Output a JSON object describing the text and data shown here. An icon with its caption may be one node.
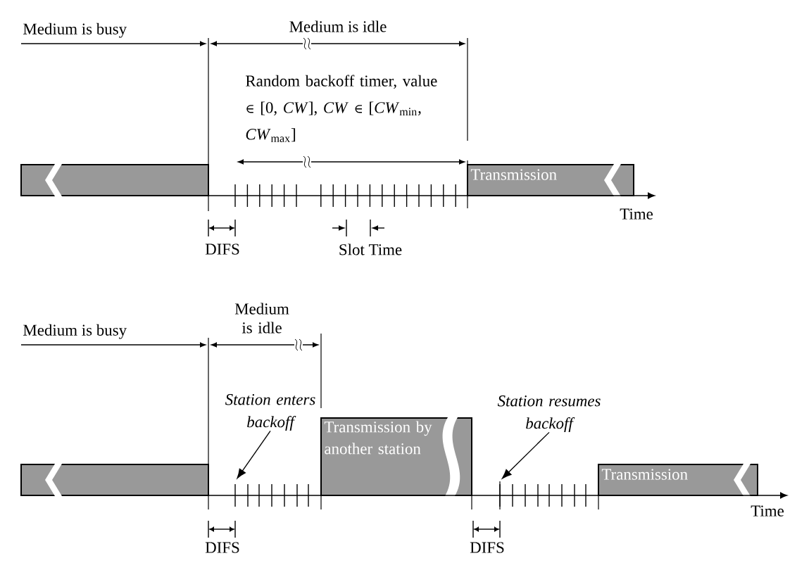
{
  "diagram": {
    "nodes": [
      {
        "text": [],
        "shape": "bar"
      },
      {
        "text": [
          "Transmission"
        ]
      },
      {
        "text": [],
        "shape": "bar"
      },
      {
        "text": [
          "Transmission by another station"
        ]
      },
      {
        "text": [
          "Transmission"
        ]
      },
      {
        "text": [
          "Station enters backoff"
        ]
      },
      {
        "text": [
          "Station resumes backoff"
        ]
      },
      {
        "text": [],
        "shape": "ticks"
      },
      {
        "text": [],
        "shape": "ticks"
      }
    ],
    "edges": [
      {
        "from": 5,
        "to": 7,
        "arrow": "to"
      },
      {
        "from": 6,
        "to": 8,
        "arrow": "to"
      }
    ],
    "labels": [
      "Medium is busy",
      "Medium is idle",
      "Random backoff timer, value ∈ [0, *CW*], *CW* ∈ [*CW*$_{min}$, *CW*$_{max}$]",
      "Time",
      "DIFS",
      "Slot Time",
      "Medium is busy",
      "Medium is idle",
      "Time",
      "DIFS",
      "DIFS"
    ]
  }
}
